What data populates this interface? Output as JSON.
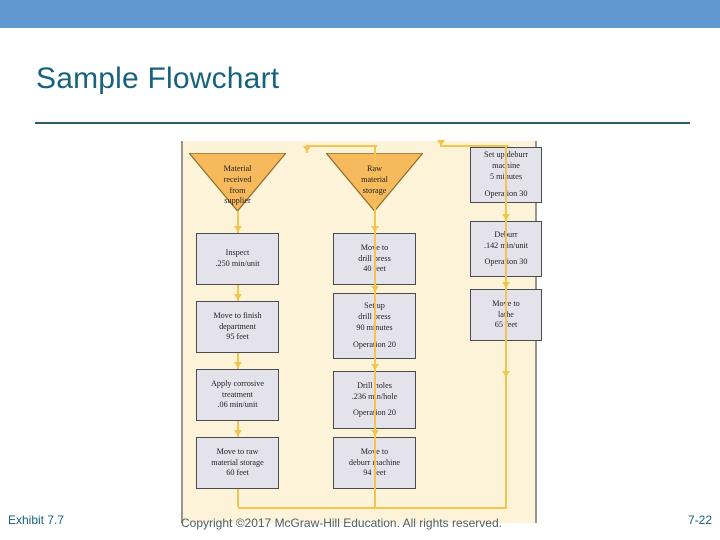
{
  "slide": {
    "title": "Sample Flowchart",
    "exhibit_label": "Exhibit 7.7",
    "copyright": "Copyright ©2017 McGraw-Hill Education. All rights reserved.",
    "page_number": "7-22",
    "banner_color": "#6099cf",
    "title_color": "#17627e",
    "rule_color": "#2b5c66"
  },
  "flowchart": {
    "panel_background": "#fdf3d8",
    "process_fill": "#e4e3ec",
    "process_border": "#4b4b52",
    "storage_fill": "#f6b95c",
    "connector_color": "#f3c44e",
    "columns": [
      {
        "name": "column-1",
        "nodes": [
          {
            "id": "material-received-from-supplier",
            "shape": "triangle",
            "lines": [
              "Material",
              "received",
              "from",
              "supplier"
            ],
            "operation": ""
          },
          {
            "id": "inspect",
            "shape": "process",
            "lines": [
              "Inspect",
              ".250 min/unit"
            ],
            "operation": ""
          },
          {
            "id": "move-to-finish-department",
            "shape": "process",
            "lines": [
              "Move to finish",
              "department",
              "95 feet"
            ],
            "operation": ""
          },
          {
            "id": "apply-corrosive-treatment",
            "shape": "process",
            "lines": [
              "Apply corrosive",
              "treatment",
              ".06 min/unit"
            ],
            "operation": ""
          },
          {
            "id": "move-to-raw-material-storage",
            "shape": "process",
            "lines": [
              "Move to raw",
              "material storage",
              "60 feet"
            ],
            "operation": ""
          }
        ]
      },
      {
        "name": "column-2",
        "nodes": [
          {
            "id": "raw-material-storage",
            "shape": "triangle",
            "lines": [
              "Raw",
              "material",
              "storage"
            ],
            "operation": ""
          },
          {
            "id": "move-to-drill-press",
            "shape": "process",
            "lines": [
              "Move to",
              "drill press",
              "40 feet"
            ],
            "operation": ""
          },
          {
            "id": "set-up-drill-press",
            "shape": "process",
            "lines": [
              "Set up",
              "drill press",
              "90 minutes"
            ],
            "operation": "Operation 20"
          },
          {
            "id": "drill-holes",
            "shape": "process",
            "lines": [
              "Drill holes",
              ".236 min/hole"
            ],
            "operation": "Operation 20"
          },
          {
            "id": "move-to-deburr-machine",
            "shape": "process",
            "lines": [
              "Move to",
              "deburr machine",
              "94 feet"
            ],
            "operation": ""
          }
        ]
      },
      {
        "name": "column-3",
        "nodes": [
          {
            "id": "set-up-deburr-machine",
            "shape": "process",
            "lines": [
              "Set up deburr",
              "machine",
              "5 minutes"
            ],
            "operation": "Operation 30"
          },
          {
            "id": "deburr",
            "shape": "process",
            "lines": [
              "Deburr",
              ".142 min/unit"
            ],
            "operation": "Operation 30"
          },
          {
            "id": "move-to-lathe",
            "shape": "process",
            "lines": [
              "Move to",
              "lathe",
              "65 feet"
            ],
            "operation": ""
          }
        ]
      }
    ]
  }
}
